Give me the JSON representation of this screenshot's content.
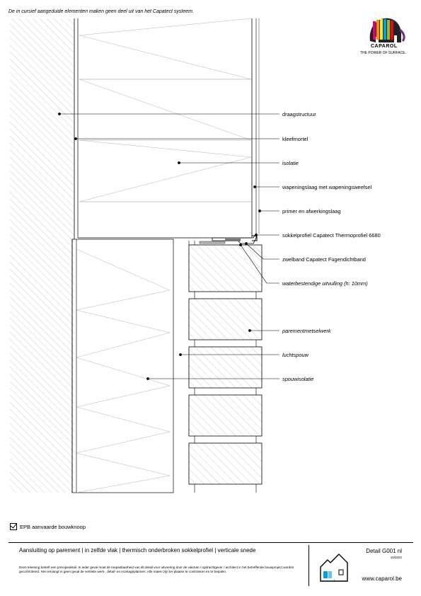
{
  "header": {
    "note": "De in cursief aangeduide elementen maken geen deel uit van het Capatect systeem."
  },
  "logo": {
    "brand": "CAPAROL",
    "tagline": "THE POWER OF SURFACE."
  },
  "labels": [
    {
      "id": "draagstructuur",
      "text": "draagstructuur",
      "italic": false
    },
    {
      "id": "kleefmortel",
      "text": "kleefmortel",
      "italic": false
    },
    {
      "id": "isolatie",
      "text": "isolatie",
      "italic": false
    },
    {
      "id": "wapeningslaag",
      "text": "wapeningslaag met wapeningsweefsel",
      "italic": false
    },
    {
      "id": "primer",
      "text": "primer en afwerkingslaag",
      "italic": false
    },
    {
      "id": "sokkelprofiel",
      "text": "sokkelprofiel Capatect Thermoprofiel 6680",
      "italic": false
    },
    {
      "id": "zwelband",
      "text": "zwelband Capatect Fugendichtband",
      "italic": false
    },
    {
      "id": "uitvulling",
      "text": "waterbestendige uitvulling (h: 10mm)",
      "italic": true
    },
    {
      "id": "parement",
      "text": "parementmetselwerk",
      "italic": true
    },
    {
      "id": "luchtspouw",
      "text": "luchtspouw",
      "italic": true
    },
    {
      "id": "spouwisolatie",
      "text": "spouwisolatie",
      "italic": true
    }
  ],
  "epb": {
    "label": "EPB aanvaarde bouwknoop"
  },
  "footer": {
    "title": "Aansluiting op parement | in zelfde vlak | thermisch onderbroken sokkelprofiel | verticale snede",
    "disclaimer": "Deze tekening betreft een principedetail. In ieder geval moet de toepasbaarheid van dit detail voor uitvoering door de vakman / opdrachtgever / architect in het betreffende bouwproject worden gecontroleerd. Het vervangt in geen geval de vereiste werk-, detail- en montageplannen. Alle maten zijn ter plaatse te controleren en te bepalen.",
    "detail": "Detail G001 nl",
    "date": "10/2022",
    "website": "www.caparol.be"
  },
  "colors": {
    "line": "#000000",
    "hatch": "#9a9a9a",
    "insulation": "#b5b5b5"
  }
}
